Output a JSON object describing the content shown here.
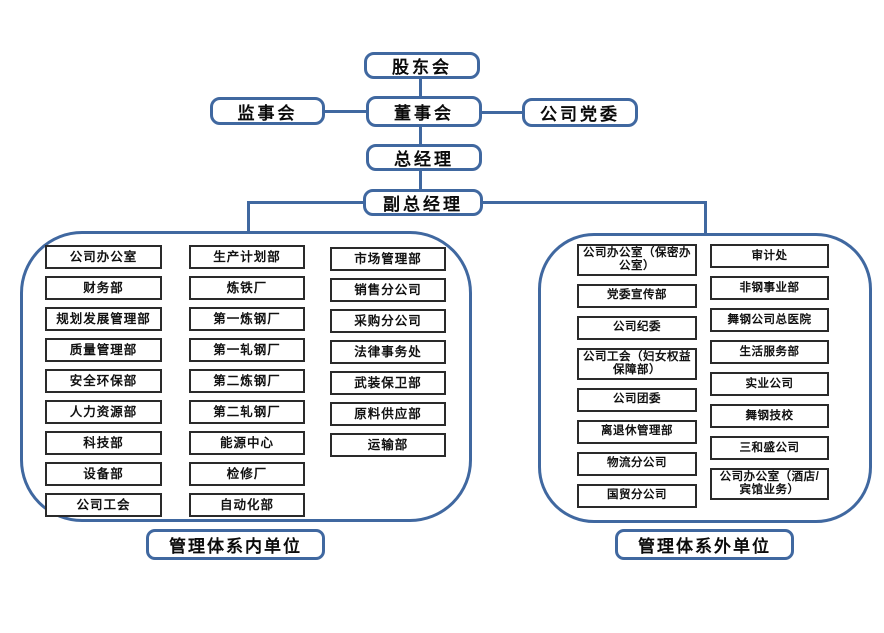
{
  "colors": {
    "accent_blue": "#4068a0",
    "unit_border": "#2a2a2a",
    "background": "#ffffff",
    "text": "#0b0b0b"
  },
  "top_nodes": {
    "shareholders": "股东会",
    "supervisory_board": "监事会",
    "board_of_directors": "董事会",
    "party_committee": "公司党委",
    "general_manager": "总经理",
    "deputy_general_manager": "副总经理"
  },
  "internal_group": {
    "label": "管理体系内单位",
    "columns": [
      [
        "公司办公室",
        "财务部",
        "规划发展管理部",
        "质量管理部",
        "安全环保部",
        "人力资源部",
        "科技部",
        "设备部",
        "公司工会"
      ],
      [
        "生产计划部",
        "炼铁厂",
        "第一炼钢厂",
        "第一轧钢厂",
        "第二炼钢厂",
        "第二轧钢厂",
        "能源中心",
        "检修厂",
        "自动化部"
      ],
      [
        "市场管理部",
        "销售分公司",
        "采购分公司",
        "法律事务处",
        "武装保卫部",
        "原料供应部",
        "运输部"
      ]
    ]
  },
  "external_group": {
    "label": "管理体系外单位",
    "columns": [
      [
        "公司办公室（保密办公室）",
        "党委宣传部",
        "公司纪委",
        "公司工会（妇女权益保障部）",
        "公司团委",
        "离退休管理部",
        "物流分公司",
        "国贸分公司"
      ],
      [
        "审计处",
        "非钢事业部",
        "舞钢公司总医院",
        "生活服务部",
        "实业公司",
        "舞钢技校",
        "三和盛公司",
        "公司办公室（酒店/宾馆业务）"
      ]
    ]
  }
}
